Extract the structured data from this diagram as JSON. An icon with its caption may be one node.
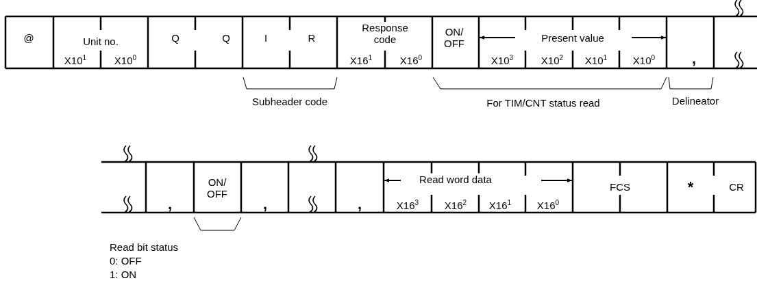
{
  "diagram": {
    "labels": [
      "@",
      "Unit no.",
      "Q",
      "Q",
      "I",
      "R",
      "Response code",
      "ON/ OFF",
      "Present value",
      "X10$^{1}$",
      "X10$^{0}$",
      "X16$^{1}$",
      "X16$^{0}$",
      "X10$^{3}$",
      "X10$^{2}$",
      "X10$^{1}$",
      "X10$^{0}$",
      ",",
      "Subheader code",
      "For TIM/CNT status read",
      "Delineator",
      ",",
      "ON/ OFF",
      ",",
      ",",
      "Read word data",
      "FCS",
      "*",
      "CR",
      "X16$^{3}$",
      "X16$^{2}$",
      "X16$^{1}$",
      "X16$^{0}$",
      "Read bit status",
      "0: OFF",
      "1: ON"
    ]
  }
}
